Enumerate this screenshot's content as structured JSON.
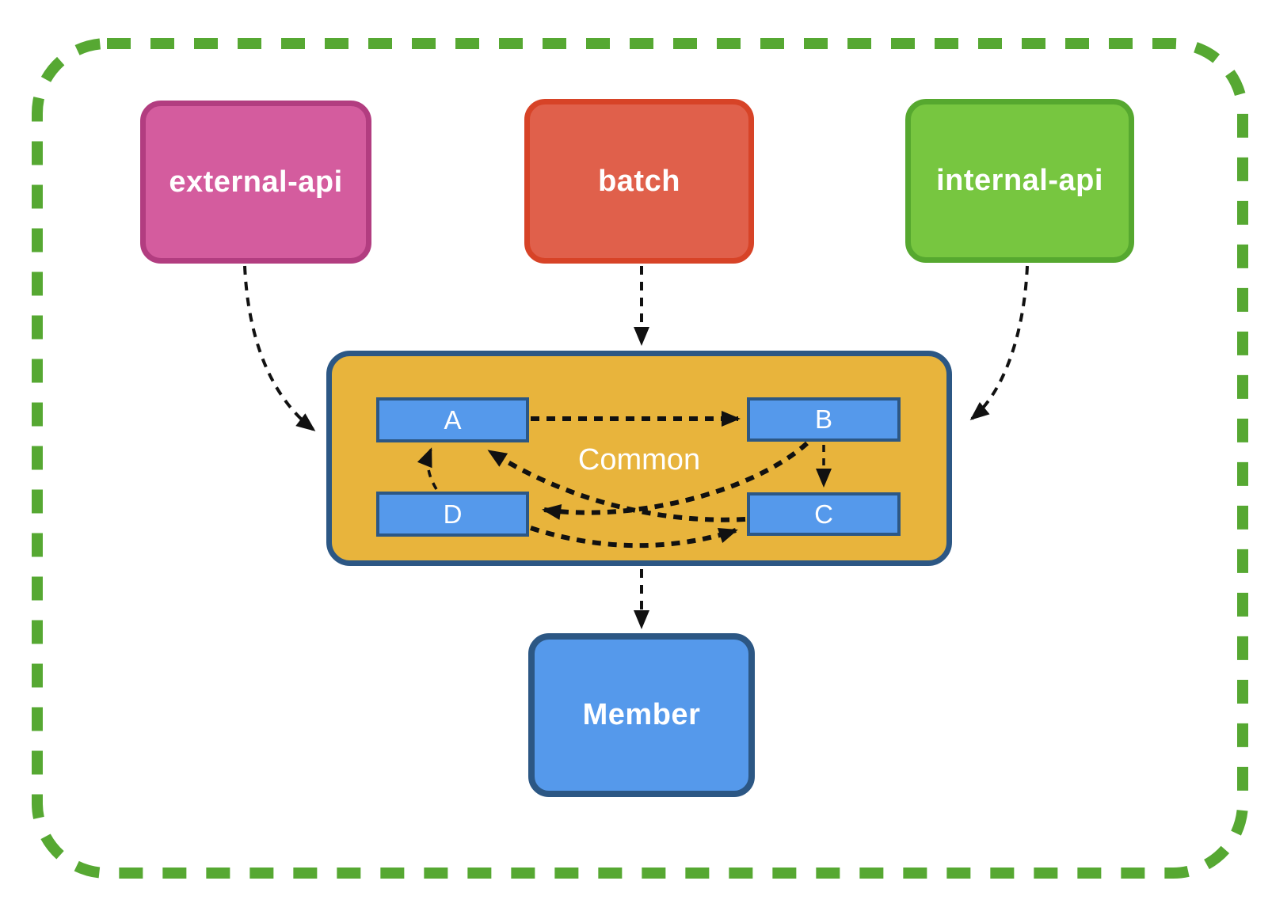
{
  "diagram": {
    "type": "architecture-dependency-diagram",
    "boundary": {
      "style": "dashed-rounded-rectangle",
      "color": "#56A832"
    },
    "arrow_color": "#111111",
    "arrow_style": "dashed",
    "nodes": [
      {
        "id": "external-api",
        "label": "external-api",
        "fill": "#D45C9E",
        "border": "#B23D80"
      },
      {
        "id": "batch",
        "label": "batch",
        "fill": "#E0604B",
        "border": "#D74327"
      },
      {
        "id": "internal-api",
        "label": "internal-api",
        "fill": "#77C640",
        "border": "#56A82F"
      },
      {
        "id": "common",
        "label": "Common",
        "fill": "#E8B43C",
        "border": "#2C5784"
      },
      {
        "id": "module-a",
        "label": "A",
        "fill": "#5599EB",
        "border": "#2C5784"
      },
      {
        "id": "module-b",
        "label": "B",
        "fill": "#5599EB",
        "border": "#2C5784"
      },
      {
        "id": "module-c",
        "label": "C",
        "fill": "#5599EB",
        "border": "#2C5784"
      },
      {
        "id": "module-d",
        "label": "D",
        "fill": "#5599EB",
        "border": "#2C5784"
      },
      {
        "id": "member",
        "label": "Member",
        "fill": "#5599EB",
        "border": "#2C5784"
      }
    ],
    "edges": [
      {
        "from": "external-api",
        "to": "Common",
        "style": "dashed"
      },
      {
        "from": "batch",
        "to": "Common",
        "style": "dashed"
      },
      {
        "from": "internal-api",
        "to": "Common",
        "style": "dashed"
      },
      {
        "from": "Common",
        "to": "Member",
        "style": "dashed"
      },
      {
        "from": "A",
        "to": "B",
        "style": "dashed"
      },
      {
        "from": "B",
        "to": "C",
        "style": "dashed"
      },
      {
        "from": "B",
        "to": "D",
        "style": "dashed"
      },
      {
        "from": "C",
        "to": "A",
        "style": "dashed"
      },
      {
        "from": "D",
        "to": "A",
        "style": "dashed"
      },
      {
        "from": "D",
        "to": "C",
        "style": "dashed"
      }
    ]
  }
}
